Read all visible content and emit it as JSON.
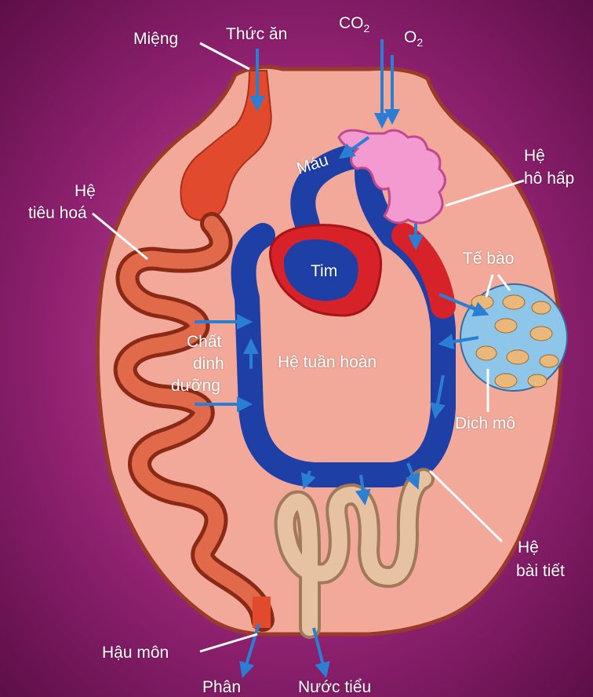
{
  "colors": {
    "background": "#8a1a6a",
    "body": "#f2a99a",
    "body_outline": "#9a3a2a",
    "digestive": "#e24a2e",
    "blood_blue": "#1e3fa6",
    "blood_red": "#d8222a",
    "lung": "#f39ad0",
    "tissue": "#8ec6ea",
    "cell": "#e9b87a",
    "kidney": "#d9b090",
    "arrow": "#2a7fd4"
  },
  "labels": {
    "mouth": "Miệng",
    "food": "Thức ăn",
    "co2": "CO",
    "co2_sub": "2",
    "o2": "O",
    "o2_sub": "2",
    "blood": "Máu",
    "respiratory_1": "Hệ",
    "respiratory_2": "hô hấp",
    "digestive_1": "Hệ",
    "digestive_2": "tiêu hoá",
    "heart": "Tim",
    "cells": "Tế bào",
    "nutrients_1": "Chất",
    "nutrients_2": "dinh",
    "nutrients_3": "dưỡng",
    "circulatory": "Hệ tuần hoàn",
    "tissue_fluid": "Dịch mô",
    "excretory_1": "Hệ",
    "excretory_2": "bài tiết",
    "anus": "Hậu môn",
    "feces": "Phân",
    "urine": "Nước tiểu"
  }
}
